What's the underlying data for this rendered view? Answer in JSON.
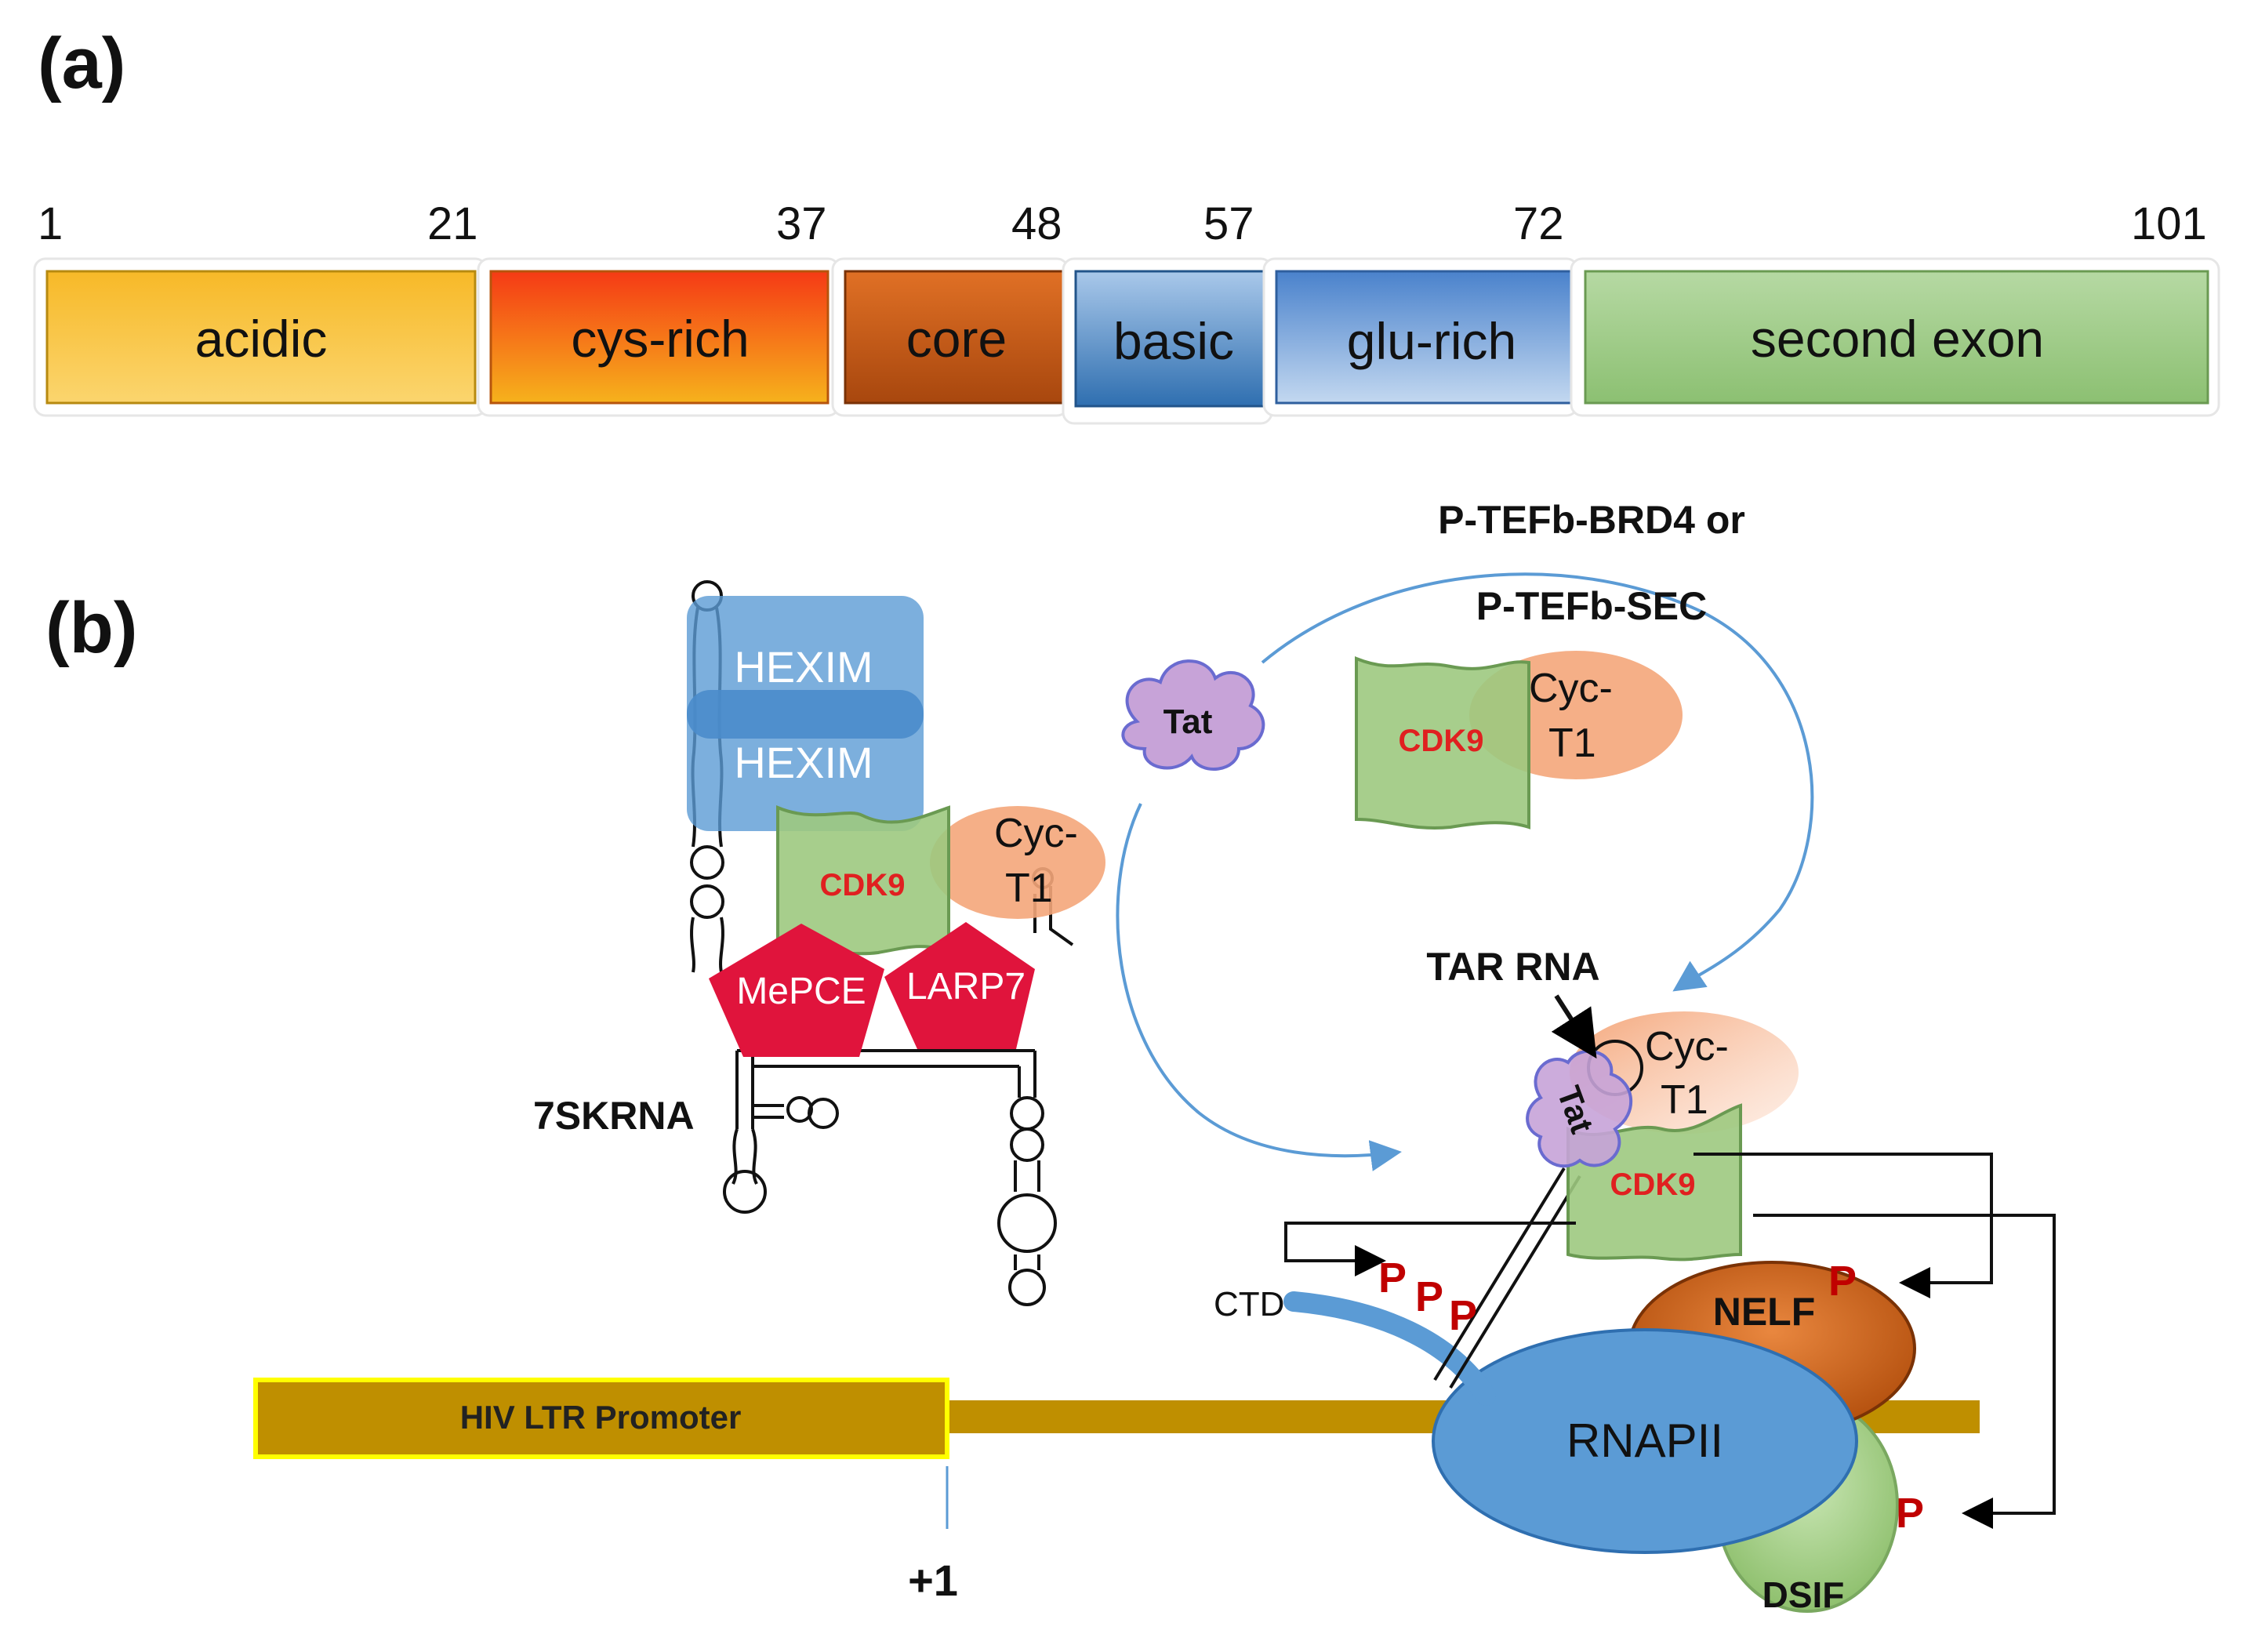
{
  "panel_a": {
    "label": "(a)",
    "positions": [
      "1",
      "21",
      "37",
      "48",
      "57",
      "72",
      "101"
    ],
    "domains": [
      {
        "name": "acidic"
      },
      {
        "name": "cys-rich"
      },
      {
        "name": "core"
      },
      {
        "name": "basic"
      },
      {
        "name": "glu-rich"
      },
      {
        "name": "second exon"
      }
    ]
  },
  "panel_b": {
    "label": "(b)",
    "hexim_top": "HEXIM",
    "hexim_bottom": "HEXIM",
    "cdk9": "CDK9",
    "cyc_line1": "Cyc-",
    "cyc_line2": "T1",
    "mepce": "MePCE",
    "larp7": "LARP7",
    "rna_7sk": "7SKRNA",
    "tat": "Tat",
    "ptefb_line1": "P-TEFb-BRD4 or",
    "ptefb_line2": "P-TEFb-SEC",
    "tar_rna": "TAR RNA",
    "ctd": "CTD",
    "phospho": "P",
    "nelf": "NELF",
    "dsif": "DSIF",
    "rnapii": "RNAPII",
    "promoter": "HIV LTR Promoter",
    "tss": "+1"
  },
  "colors": {
    "acidic": "#f5c33b",
    "cys_rich": "#f57c10",
    "core": "#c8621c",
    "basic": "#4f8ec9",
    "glu_rich": "#8db4e2",
    "second_exon": "#9dc987",
    "hexim": "#5b9bd5",
    "cdk9_fill": "#9dc97f",
    "cdk9_text": "#e02020",
    "cyc": "#f4a67a",
    "red_pentagon": "#e0143c",
    "tat": "#c7a3d8",
    "rnapii": "#5b9bd5",
    "nelf": "#c55a11",
    "dsif": "#a9d18e",
    "promoter": "#bf8f00",
    "promoter_border": "#ffff00",
    "phospho": "#c00000",
    "arrow_blue": "#5b9bd5"
  }
}
